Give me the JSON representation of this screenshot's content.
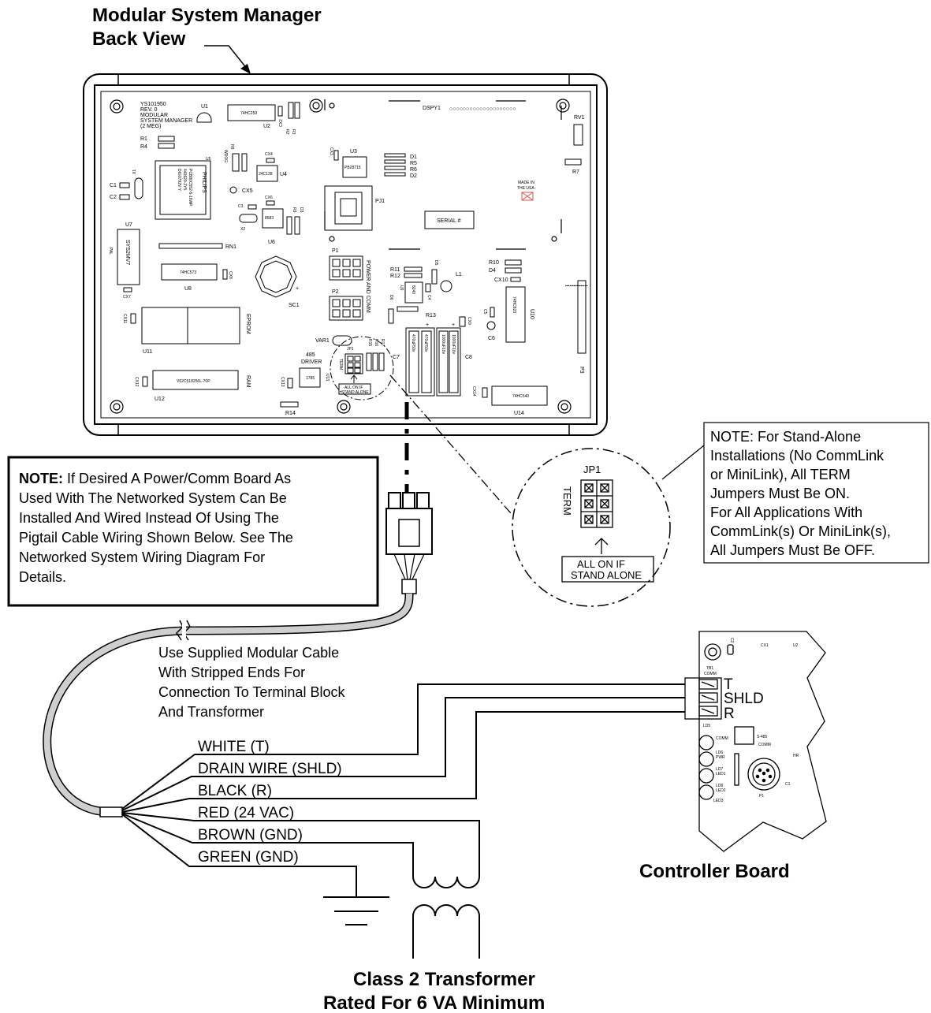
{
  "titles": {
    "msm_line1": "Modular System Manager",
    "msm_line2": "Back View",
    "controller": "Controller Board",
    "transformer_line1": "Class 2 Transformer",
    "transformer_line2": "Rated For 6 VA Minimum"
  },
  "note_left": {
    "bold": "NOTE:",
    "line1": " If Desired A Power/Comm Board As",
    "line2": "Used With The Networked System Can Be",
    "line3": "Installed And Wired Instead Of Using The",
    "line4": "Pigtail Cable Wiring Shown Below. See The",
    "line5": "Networked System Wiring Diagram For",
    "line6": "Details."
  },
  "note_right": {
    "line1": "NOTE:  For Stand-Alone",
    "line2": "Installations (No CommLink",
    "line3": "or MiniLink), All TERM",
    "line4": "Jumpers Must Be ON.",
    "line5": "For All Applications With",
    "line6": "CommLink(s) Or MiniLink(s),",
    "line7": "All Jumpers Must Be OFF."
  },
  "cable_note": {
    "line1": "Use Supplied Modular Cable",
    "line2": "With Stripped Ends For",
    "line3": "Connection To Terminal Block",
    "line4": "And Transformer"
  },
  "wires": {
    "white": "WHITE (T)",
    "drain": "DRAIN WIRE (SHLD)",
    "black": "BLACK (R)",
    "red": "RED (24 VAC)",
    "brown": "BROWN (GND)",
    "green": "GREEN (GND)"
  },
  "terminals": {
    "t": "T",
    "shld": "SHLD",
    "r": "R"
  },
  "jumper_detail": {
    "jp1": "JP1",
    "term": "TERM",
    "all_on_line1": "ALL ON IF",
    "all_on_line2": "STAND ALONE"
  },
  "board": {
    "header_line1": "YS101950",
    "header_line2": "REV. 0",
    "header_line3": "MODULAR",
    "header_line4": "SYSTEM MANAGER",
    "header_line5": "(2 MEG)",
    "u1": "U1",
    "u2": "U2",
    "u2_chip": "74HC259",
    "cx2": "CX2",
    "r2": "R2",
    "r3": "R3",
    "r1": "R1",
    "r4": "R4",
    "r8": "R8",
    "wdog": "WDOG",
    "cx4": "CX4",
    "u4": "U4",
    "u4_chip": "24C128",
    "cx5": "CX5",
    "cx6": "CX6",
    "c3": "C3",
    "x2": "X2",
    "u6": "U6",
    "u6_chip": "8583",
    "r9": "R9",
    "d3": "D3",
    "x1": "X1",
    "c1": "C1",
    "c2": "C2",
    "u5": "U5",
    "u5_brand": "PHILIPS",
    "u5_part1": "PCB80C552-5-16WP",
    "u5_part2": "440620-2Y5",
    "u5_part3": "DIG0792V Y",
    "u7": "U7",
    "u7_chip": "SYS2MV7",
    "pal": "PAL",
    "cx7": "CX7",
    "rn1": "RN1",
    "u8": "U8",
    "u8_chip": "74HC573",
    "cx8": "CX8",
    "sc1": "SC1",
    "cx11": "CX11",
    "eprom": "EPROM",
    "u11": "U11",
    "u12": "U12",
    "u12_chip": "V62C518256L-70P",
    "ram": "RAM",
    "cx12": "CX12",
    "cx3": "CX3",
    "u3": "U3",
    "u3_chip": "PB28715",
    "d1": "D1",
    "r5": "R5",
    "r6": "R6",
    "d2": "D2",
    "pj1": "PJ1",
    "dspy1": "DSPY1",
    "rv1": "RV1",
    "r7": "R7",
    "made_in_line1": "MADE IN",
    "made_in_line2": "THE USA",
    "serial": "SERIAL #",
    "p1": "P1",
    "p2": "P2",
    "power_comm": "POWER AND COMM",
    "r11": "R11",
    "r12": "R12",
    "d5": "D5",
    "u9": "U9",
    "u9_chip": "8240",
    "c4": "C4",
    "l1": "L1",
    "r13": "R13",
    "d6": "D6",
    "r10": "R10",
    "d4": "D4",
    "cx10": "CX10",
    "u10": "U10",
    "u10_chip": "74HC823",
    "c5": "C5",
    "c6": "C6",
    "cx9": "CX9",
    "c8": "C8",
    "cap_a": "470uF50v",
    "cap_b": "470uF50v",
    "cap_c": "1000uF10v",
    "cap_d": "1000uF10v",
    "c7": "C7",
    "var1": "VAR1",
    "jp1": "JP1",
    "term": "TERM",
    "r15": "R15",
    "r16": "R16",
    "r17": "R17",
    "all_on": "ALL ON IF",
    "stand_alone": "STAND ALONE",
    "driver_line1": "485",
    "driver_line2": "DRIVER",
    "u13": "U13",
    "u13_chip": "1785",
    "cx13": "CX13",
    "r14": "R14",
    "cx14": "CX14",
    "u14": "U14",
    "u14_chip": "74HC540",
    "p3": "P3"
  },
  "controller_board": {
    "cx1": "CX1",
    "u2": "U2",
    "tb1": "TB1",
    "comm": "COMM",
    "ld5": "LD5",
    "ld6": "LD6",
    "ld7": "LD7",
    "ld8": "LD8",
    "comm2": "COMM",
    "pwr": "PWR",
    "led1": "LED1",
    "led2": "LED2",
    "led3": "LED3",
    "chip": "S-485",
    "comm3": "COMM",
    "hr": "HR",
    "p1": "P1",
    "c1": "C1",
    "c2": "C2"
  }
}
